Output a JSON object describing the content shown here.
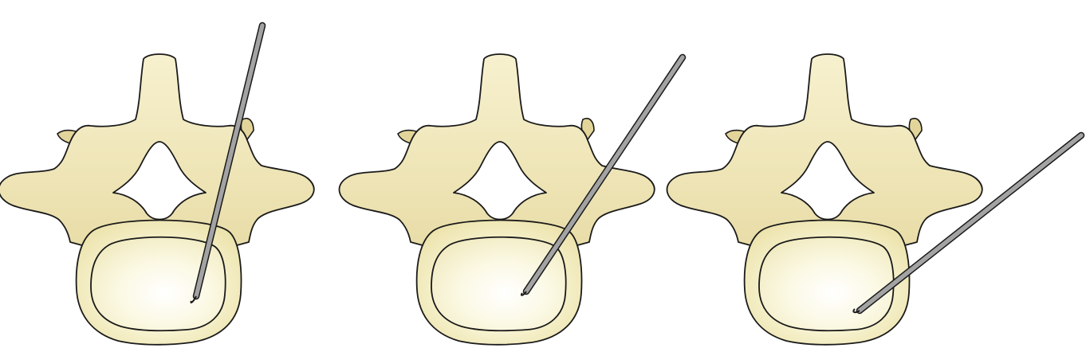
{
  "figure": {
    "panels": [
      {
        "label": "",
        "approach": "transpedicular-steep",
        "colors": {
          "bone": "#f5efc8",
          "bone_shadow": "#e3d7a0",
          "disc": "#fbf8e0",
          "instrument": "#9a9a9a"
        }
      },
      {
        "label": "",
        "approach": "transpedicular-oblique",
        "colors": {
          "bone": "#f5efc8",
          "bone_shadow": "#e3d7a0",
          "disc": "#fbf8e0",
          "instrument": "#9a9a9a"
        }
      },
      {
        "label": "",
        "approach": "extrapedicular-lateral",
        "colors": {
          "bone": "#f5efc8",
          "bone_shadow": "#e3d7a0",
          "disc": "#fbf8e0",
          "instrument": "#9a9a9a"
        }
      }
    ],
    "icons": [
      "vertebra-icon",
      "needle-icon"
    ]
  }
}
